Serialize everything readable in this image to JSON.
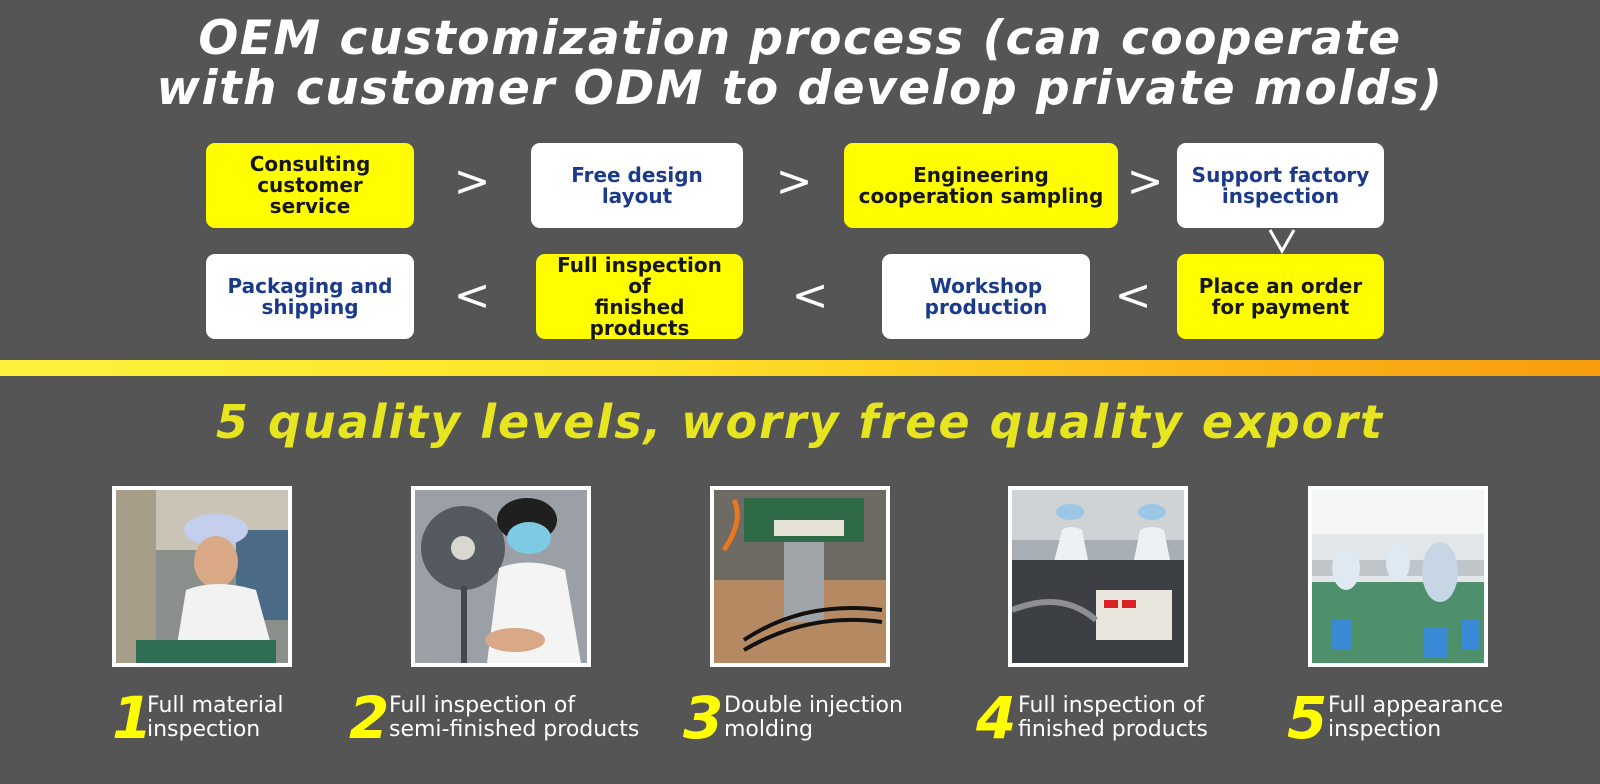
{
  "header": {
    "title_line1": "OEM customization process (can cooperate",
    "title_line2": "with customer ODM to develop private molds)"
  },
  "process": {
    "steps": [
      {
        "label": "Consulting\ncustomer service",
        "style": "yellow"
      },
      {
        "label": "Free design\nlayout",
        "style": "white"
      },
      {
        "label": "Engineering\ncooperation sampling",
        "style": "yellow"
      },
      {
        "label": "Support factory\ninspection",
        "style": "white"
      },
      {
        "label": "Place an order\nfor payment",
        "style": "yellow"
      },
      {
        "label": "Workshop\nproduction",
        "style": "white"
      },
      {
        "label": "Full inspection of\nfinished products",
        "style": "yellow"
      },
      {
        "label": "Packaging and\nshipping",
        "style": "white"
      }
    ],
    "arrow_right": ">",
    "arrow_left": "<"
  },
  "quality": {
    "subtitle": "5 quality levels, worry free quality export",
    "levels": [
      {
        "number": "1",
        "label": "Full material\ninspection"
      },
      {
        "number": "2",
        "label": "Full inspection of\nsemi-finished products"
      },
      {
        "number": "3",
        "label": "Double injection\nmolding"
      },
      {
        "number": "4",
        "label": "Full inspection of\nfinished products"
      },
      {
        "number": "5",
        "label": "Full appearance\ninspection"
      }
    ]
  },
  "colors": {
    "background": "#555556",
    "yellow_box": "#fffd00",
    "white_box_text": "#1b3b8a",
    "subtitle": "#e6e51f"
  }
}
